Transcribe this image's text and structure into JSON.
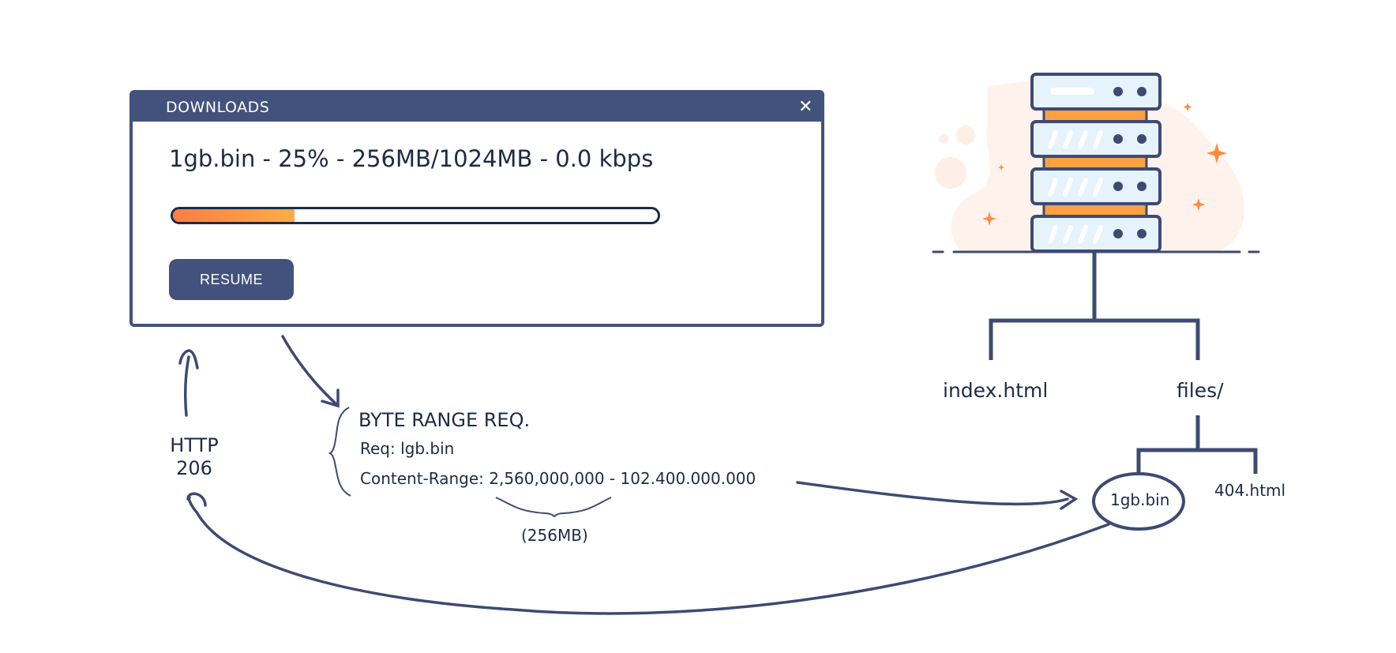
{
  "downloads_window": {
    "title": "DOWNLOADS",
    "close_icon": "close-icon",
    "status_line": "1gb.bin - 25% - 256MB/1024MB - 0.0 kbps",
    "progress_fraction": 0.25,
    "resume_label": "RESUME",
    "accent_color": "#43527c",
    "progress_colors": [
      "#ff7d45",
      "#ffac45"
    ]
  },
  "response": {
    "line1": "HTTP",
    "line2": "206"
  },
  "byte_range_request": {
    "title": "BYTE RANGE REQ.",
    "req": "Req: lgb.bin",
    "content_range": "Content-Range: 2,560,000,000 - 102.400.000.000",
    "size_note": "(256MB)"
  },
  "server": {
    "icon": "server-rack-icon",
    "tree": {
      "index": "index.html",
      "files_dir": "files/",
      "file_404": "404.html",
      "file_bin": "1gb.bin"
    },
    "orange": "#ffa043"
  }
}
